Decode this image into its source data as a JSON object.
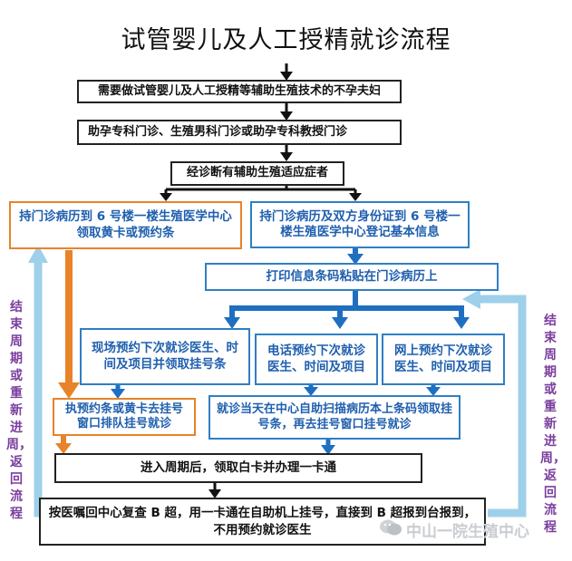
{
  "title": "试管婴儿及人工授精就诊流程",
  "steps": {
    "s1": "需要做试管婴儿及人工授精等辅助生殖技术的不孕夫妇",
    "s2": "助孕专科门诊、生殖男科门诊或助孕专科教授门诊",
    "s3": "经诊断有辅助生殖适应症者",
    "left_a": "持门诊病历到 6 号楼一楼生殖医学中心领取黄卡或预约条",
    "right_a": "持门诊病历及双方身份证到 6 号楼一楼生殖医学中心登记基本信息",
    "print": "打印信息条码粘贴在门诊病历上",
    "opt1": "现场预约下次就诊医生、时间及项目并领取挂号条",
    "opt2": "电话预约下次就诊医生、时间及项目",
    "opt3": "网上预约下次就诊医生、时间及项目",
    "left_b": "执预约条或黄卡去挂号窗口排队挂号就诊",
    "right_b": "就诊当天在中心自助扫描病历本上条码领取挂号条，再去挂号窗口挂号就诊",
    "s_enter": "进入周期后，领取白卡并办理一卡通",
    "s_final": "按医嘱回中心复查 B 超，用一卡通在自助机上挂号，直接到 B 超报到台报到，不用预约就诊医生"
  },
  "side_labels": {
    "left": "结束周期或重新进周，返回流程",
    "right": "结束周期或重新进周，返回流程"
  },
  "watermark": "中山一院生殖中心",
  "colors": {
    "black_arrow": "#111111",
    "blue_arrow": "#1f6fc0",
    "orange_arrow": "#e8832a",
    "light_blue_arrow": "#9ed0ea",
    "label_purple": "#7b3f9e"
  }
}
